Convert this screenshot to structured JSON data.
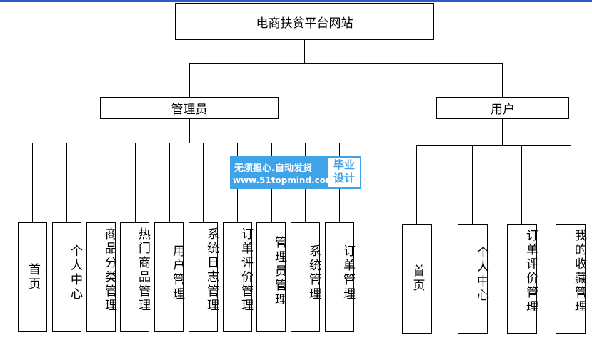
{
  "title": "电商扶贫平台网站",
  "admin": {
    "label": "管理员",
    "children": [
      "首页",
      "个人中心",
      "商品分类管理",
      "热门商品管理",
      "用户管理",
      "系统日志管理",
      "订单评价管理",
      "管理员管理",
      "系统管理",
      "订单管理"
    ]
  },
  "user": {
    "label": "用户",
    "children": [
      "首页",
      "个人中心",
      "订单评价管理",
      "我的收藏管理"
    ]
  },
  "watermark": {
    "line1": "无须担心.自动发货",
    "line2": "www.51topmind.com",
    "badge": "毕业设计"
  }
}
